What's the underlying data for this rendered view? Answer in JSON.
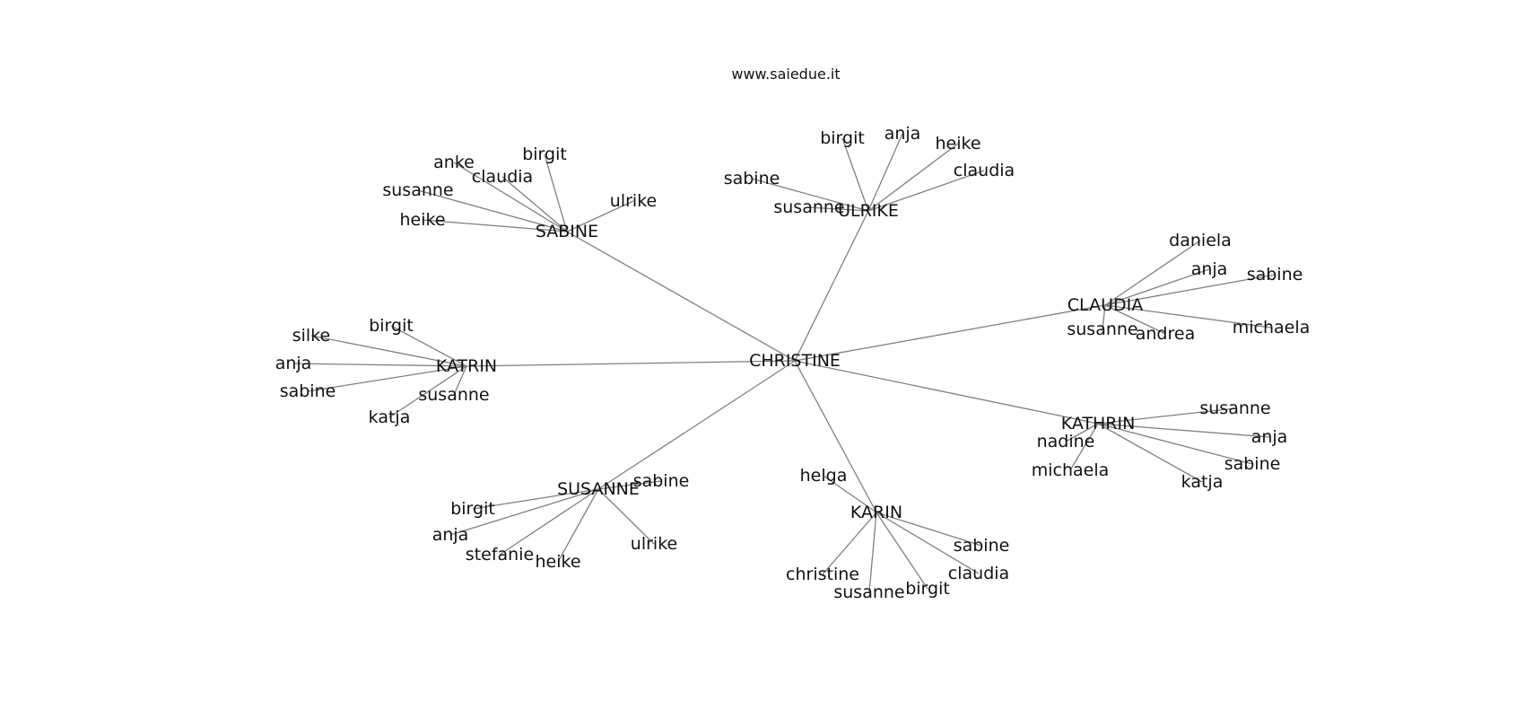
{
  "header": {
    "site": "www.saiedue.it"
  },
  "graph": {
    "root": "CHRISTINE",
    "hubs": [
      {
        "id": "SABINE",
        "leaves": [
          "birgit",
          "anke",
          "claudia",
          "susanne",
          "heike",
          "ulrike"
        ]
      },
      {
        "id": "ULRIKE",
        "leaves": [
          "birgit",
          "anja",
          "heike",
          "claudia",
          "sabine",
          "susanne"
        ]
      },
      {
        "id": "CLAUDIA",
        "leaves": [
          "daniela",
          "anja",
          "sabine",
          "susanne",
          "andrea",
          "michaela"
        ]
      },
      {
        "id": "KATRIN",
        "leaves": [
          "birgit",
          "silke",
          "anja",
          "sabine",
          "susanne",
          "katja"
        ]
      },
      {
        "id": "KATHRIN",
        "leaves": [
          "susanne",
          "anja",
          "sabine",
          "nadine",
          "michaela",
          "katja"
        ]
      },
      {
        "id": "SUSANNE",
        "leaves": [
          "sabine",
          "birgit",
          "anja",
          "stefanie",
          "heike",
          "ulrike"
        ]
      },
      {
        "id": "KARIN",
        "leaves": [
          "helga",
          "sabine",
          "claudia",
          "christine",
          "susanne",
          "birgit"
        ]
      }
    ]
  }
}
